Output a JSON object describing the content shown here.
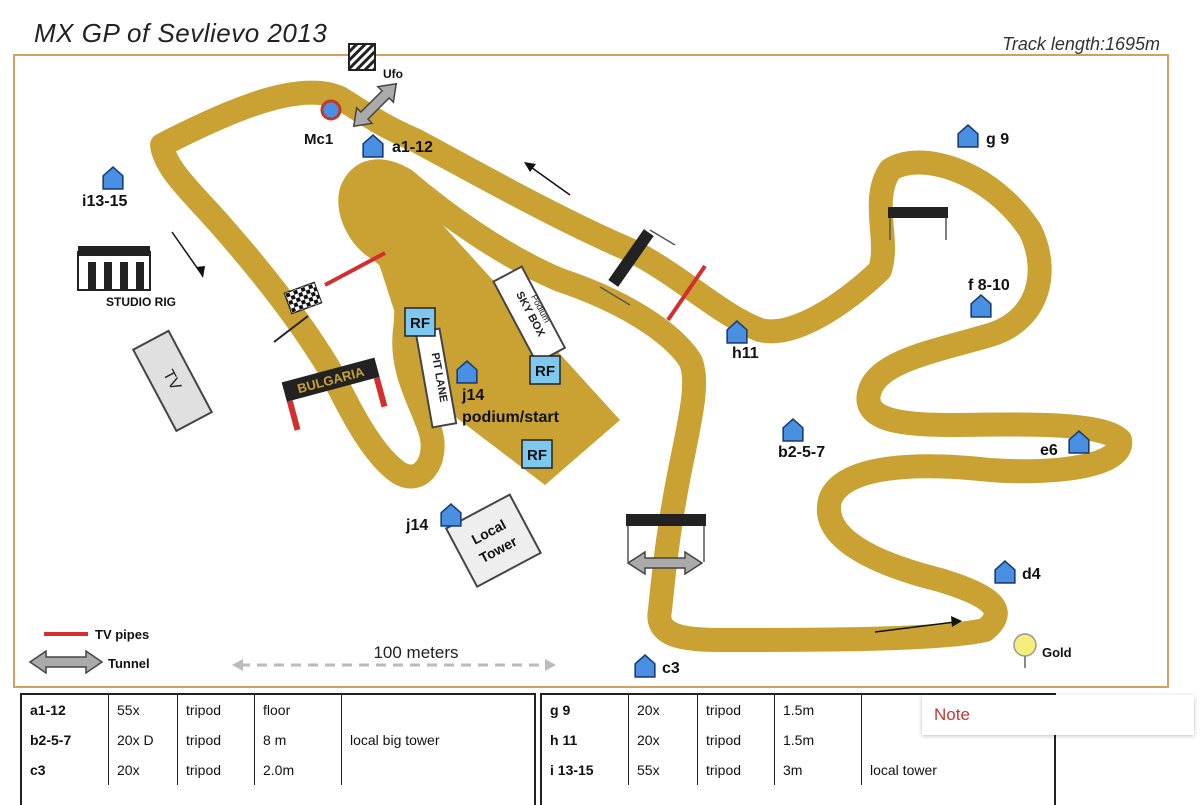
{
  "header": {
    "title": "MX GP of Sevlievo 2013",
    "track_length": "Track length:1695m"
  },
  "map": {
    "track_color": "#c9a233",
    "frame_color": "#d4a060",
    "tvpipe_color": "#d32f2f",
    "camera_color": "#4a90e2",
    "camera_labels": {
      "a1": "a1-12",
      "g9": "g 9",
      "i13": "i13-15",
      "f8": "f 8-10",
      "h11": "h11",
      "j14a": "j14",
      "podium": "podium/start",
      "b2": "b2-5-7",
      "e6": "e6",
      "j14b": "j14",
      "d4": "d4",
      "c3": "c3"
    },
    "marks": {
      "mc1": "Mc1",
      "ufo": "Ufo",
      "gold": "Gold",
      "studio": "STUDIO RIG",
      "tv": "TV",
      "pit_lane": "PIT LANE",
      "sky_box": "SKY BOX",
      "podium_small": "Podium",
      "rf": "RF",
      "local_tower_1": "Local",
      "local_tower_2": "Tower",
      "bulgaria": "BULGARIA"
    },
    "legend": {
      "tv_pipes": "TV pipes",
      "tunnel": "Tunnel",
      "scale": "100 meters"
    }
  },
  "table_left": {
    "rows": [
      [
        "a1-12",
        "55x",
        "tripod",
        "floor",
        ""
      ],
      [
        "b2-5-7",
        "20x D",
        "tripod",
        "8 m",
        "local big tower"
      ],
      [
        "c3",
        "20x",
        "tripod",
        "2.0m",
        ""
      ]
    ]
  },
  "table_right": {
    "rows": [
      [
        "g 9",
        "20x",
        "tripod",
        "1.5m",
        ""
      ],
      [
        "h 11",
        "20x",
        "tripod",
        "1.5m",
        ""
      ],
      [
        "i 13-15",
        "55x",
        "tripod",
        "3m",
        "local tower"
      ]
    ]
  },
  "note": {
    "label": "Note"
  }
}
